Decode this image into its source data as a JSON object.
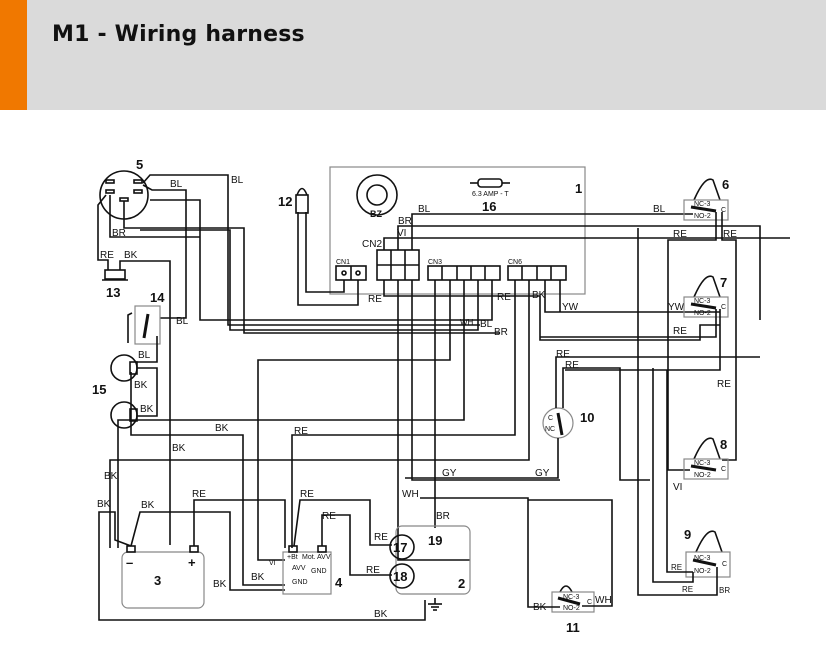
{
  "header": {
    "title": "M1 - Wiring harness",
    "accent_color": "#f07800",
    "background_color": "#dadada"
  },
  "components": {
    "c1": "1",
    "c2": "2",
    "c3": "3",
    "c4": "4",
    "c5": "5",
    "c6": "6",
    "c7": "7",
    "c8": "8",
    "c9": "9",
    "c10": "10",
    "c11": "11",
    "c12": "12",
    "c13": "13",
    "c14": "14",
    "c15": "15",
    "c16": "16",
    "c17": "17",
    "c18": "18",
    "c19": "19"
  },
  "board": {
    "buzzer": "BZ",
    "fuse_rating": "6.3 AMP - T",
    "connectors": {
      "cn1": "CN1",
      "cn2": "CN2",
      "cn3": "CN3",
      "cn6": "CN6"
    }
  },
  "switch_terms": {
    "nc3": "NC-3",
    "no2": "NO-2",
    "c": "C",
    "nc": "NC"
  },
  "battery": {
    "minus": "–",
    "plus": "+"
  },
  "controller4": {
    "bt": "+Bt",
    "mot": "Mot.",
    "avv": "AVV",
    "gnd": "GND"
  },
  "wire_colors": {
    "BL": "BL",
    "BR": "BR",
    "RE": "RE",
    "BK": "BK",
    "VI": "VI",
    "WH": "WH",
    "YW": "YW",
    "GY": "GY"
  }
}
